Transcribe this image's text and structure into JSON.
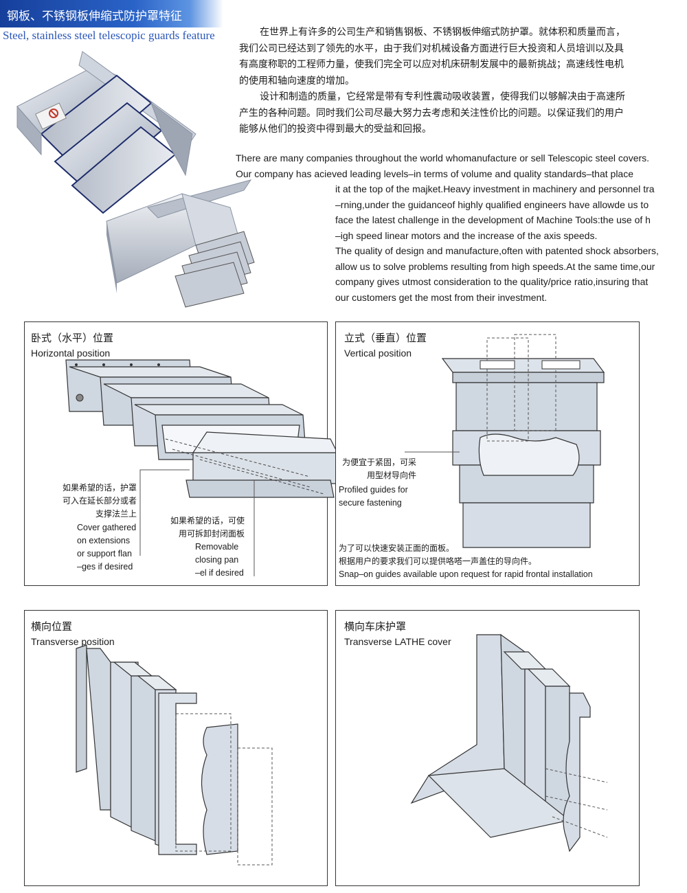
{
  "header": {
    "title_cn": "钢板、不锈钢板伸缩式防护罩特征",
    "title_en": "Steel, stainless steel telescopic guards feature"
  },
  "intro": {
    "cn_lines": [
      "在世界上有许多的公司生产和销售钢板、不锈钢板伸缩式防护罩。就体积和质量而言，",
      "我们公司已经达到了领先的水平，由于我们对机械设备方面进行巨大投资和人员培训以及具",
      "有高度称职的工程师力量，使我们完全可以应对机床研制发展中的最新挑战；高速线性电机",
      "的使用和轴向速度的增加。",
      "设计和制造的质量，它经常是带有专利性震动吸收装置，使得我们以够解决由于高速所",
      "产生的各种问题。同时我们公司尽最大努力去考虑和关注性价比的问题。以保证我们的用户",
      "能够从他们的投资中得到最大的受益和回报。"
    ],
    "en_lines": [
      "There are many companies throughout the world whomanufacture or sell Telescopic steel covers.",
      "Our company has acieved leading levels–in terms of volume and quality standards–that place",
      "it at the top of the majket.Heavy investment in machinery and personnel tra",
      "–rning,under the guidanceof highly qualified engineers have allowde us to",
      "face the latest challenge in the development of Machine Tools:the use of h",
      "–igh speed linear motors and the increase of the axis speeds.",
      "The quality of design and manufacture,often with patented shock absorbers,",
      "allow us to solve problems resulting from high speeds.At the same time,our",
      "company gives utmost consideration to the quality/price ratio,insuring that",
      "our customers get the most from their investment."
    ]
  },
  "panels": {
    "horizontal": {
      "title_cn": "卧式（水平）位置",
      "title_en": "Horizontal position",
      "note1_cn": [
        "如果希望的话，护罩",
        "可入在延长部分或者",
        "支撑法兰上"
      ],
      "note1_en": [
        "Cover gathered",
        "on extensions",
        "or support flan",
        "–ges if desired"
      ],
      "note2_cn": [
        "如果希望的话，可使",
        "用可拆卸封闭面板"
      ],
      "note2_en": [
        "Removable",
        "closing pan",
        "–el if desired"
      ]
    },
    "vertical": {
      "title_cn": "立式（垂直）位置",
      "title_en": "Vertical position",
      "note1_cn": [
        "为便宜于紧固，可采",
        "用型材导向件"
      ],
      "note1_en": [
        "Profiled guides for",
        "secure fastening"
      ],
      "note2_cn": [
        "为了可以快速安装正面的面板。",
        "根据用户的要求我们可以提供咯嗒一声盖住的导向件。"
      ],
      "note2_en": "Snap–on guides available upon request for rapid frontal installation"
    },
    "transverse": {
      "title_cn": "横向位置",
      "title_en": "Transverse position"
    },
    "lathe": {
      "title_cn": "横向车床护罩",
      "title_en": "Transverse LATHE cover"
    }
  },
  "colors": {
    "title_bar": "#1f4fb0",
    "title_en_text": "#2a56b8",
    "steel_light": "#dfe4ec",
    "steel_mid": "#c3cad6",
    "steel_dark": "#7d8696",
    "panel_fill": "#d9e0e8",
    "edge_blue": "#1d2c6a"
  },
  "icons": {
    "warning_label": "no-entry-sticker-icon"
  }
}
